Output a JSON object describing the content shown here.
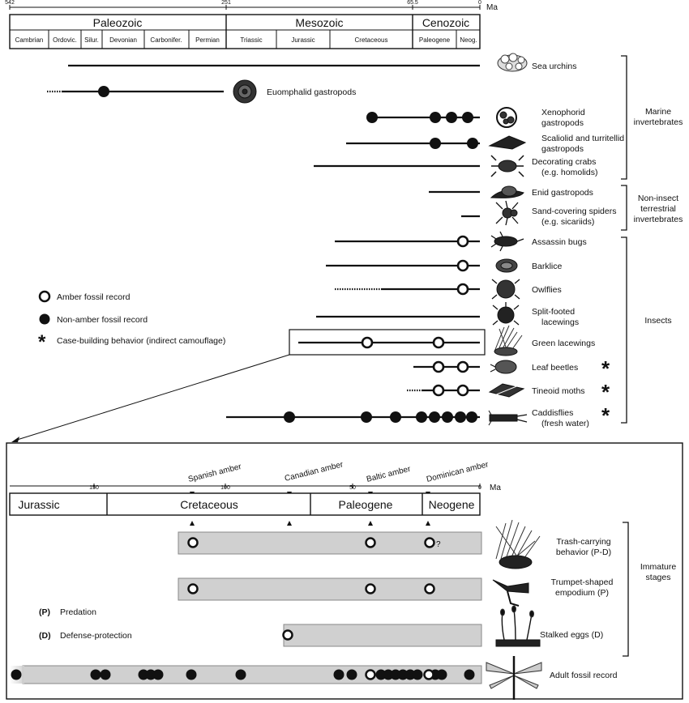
{
  "top": {
    "unit": "Ma",
    "ticks": [
      "542",
      "251",
      "65.5",
      "0"
    ],
    "eras": [
      "Paleozoic",
      "Mesozoic",
      "Cenozoic"
    ],
    "periods": [
      "Cambrian",
      "Ordovic.",
      "Silur.",
      "Devonian",
      "Carbonifer.",
      "Permian",
      "Triassic",
      "Jurassic",
      "Cretaceous",
      "Paleogene",
      "Neog."
    ]
  },
  "taxa": [
    {
      "label": [
        "Sea urchins"
      ],
      "icon": "sea-urchin-icon"
    },
    {
      "label": [
        "Euomphalid gastropods"
      ],
      "icon": "euomphalid-gastropod-icon"
    },
    {
      "label": [
        "Xenophorid",
        "gastropods"
      ],
      "icon": "xenophorid-gastropod-icon"
    },
    {
      "label": [
        "Scaliolid and turritellid",
        "gastropods"
      ],
      "icon": "scaliolid-gastropod-icon"
    },
    {
      "label": [
        "Decorating crabs",
        "(e.g. homolids)"
      ],
      "icon": "crab-icon"
    },
    {
      "label": [
        "Enid gastropods"
      ],
      "icon": "enid-gastropod-icon"
    },
    {
      "label": [
        "Sand-covering spiders",
        "(e.g. sicariids)"
      ],
      "icon": "spider-icon"
    },
    {
      "label": [
        "Assassin bugs"
      ],
      "icon": "assassin-bug-icon"
    },
    {
      "label": [
        "Barklice"
      ],
      "icon": "barklouse-icon"
    },
    {
      "label": [
        "Owlflies"
      ],
      "icon": "owlfly-icon"
    },
    {
      "label": [
        "Split-footed",
        "lacewings"
      ],
      "icon": "split-footed-lacewing-icon"
    },
    {
      "label": [
        "Green lacewings"
      ],
      "icon": "green-lacewing-icon"
    },
    {
      "label": [
        "Leaf beetles"
      ],
      "icon": "leaf-beetle-icon"
    },
    {
      "label": [
        "Tineoid moths"
      ],
      "icon": "tineoid-moth-icon"
    },
    {
      "label": [
        "Caddisflies",
        "(fresh water)"
      ],
      "icon": "caddisfly-icon"
    }
  ],
  "groups": [
    {
      "label": [
        "Marine",
        "invertebrates"
      ]
    },
    {
      "label": [
        "Non-insect",
        "terrestrial",
        "invertebrates"
      ]
    },
    {
      "label": [
        "Insects"
      ]
    }
  ],
  "legend": [
    {
      "symbol": "open-circle",
      "label": "Amber fossil record"
    },
    {
      "symbol": "filled-circle",
      "label": "Non-amber fossil record"
    },
    {
      "symbol": "asterisk",
      "label": "Case-building behavior (indirect camouflage)"
    }
  ],
  "asterisk": "*",
  "inset": {
    "unit": "Ma",
    "ticks": [
      "150",
      "100",
      "50",
      "0"
    ],
    "ambers": [
      "Spanish amber",
      "Canadian amber",
      "Baltic amber",
      "Dominican amber"
    ],
    "periods": [
      "Jurassic",
      "Cretaceous",
      "Paleogene",
      "Neogene"
    ],
    "rows": [
      {
        "label": [
          "Trash-carrying",
          "behavior (P-D)"
        ],
        "icon": "trash-carrying-larva-icon",
        "question": "?"
      },
      {
        "label": [
          "Trumpet-shaped",
          "empodium (P)"
        ],
        "icon": "trumpet-empodium-icon"
      },
      {
        "label": [
          "Stalked eggs (D)"
        ],
        "icon": "stalked-eggs-icon"
      },
      {
        "label": [
          "Adult fossil record"
        ],
        "icon": "adult-lacewing-icon"
      }
    ],
    "group": [
      "Immature",
      "stages"
    ],
    "key": [
      {
        "code": "(P)",
        "text": "Predation"
      },
      {
        "code": "(D)",
        "text": "Defense-protection"
      }
    ]
  }
}
